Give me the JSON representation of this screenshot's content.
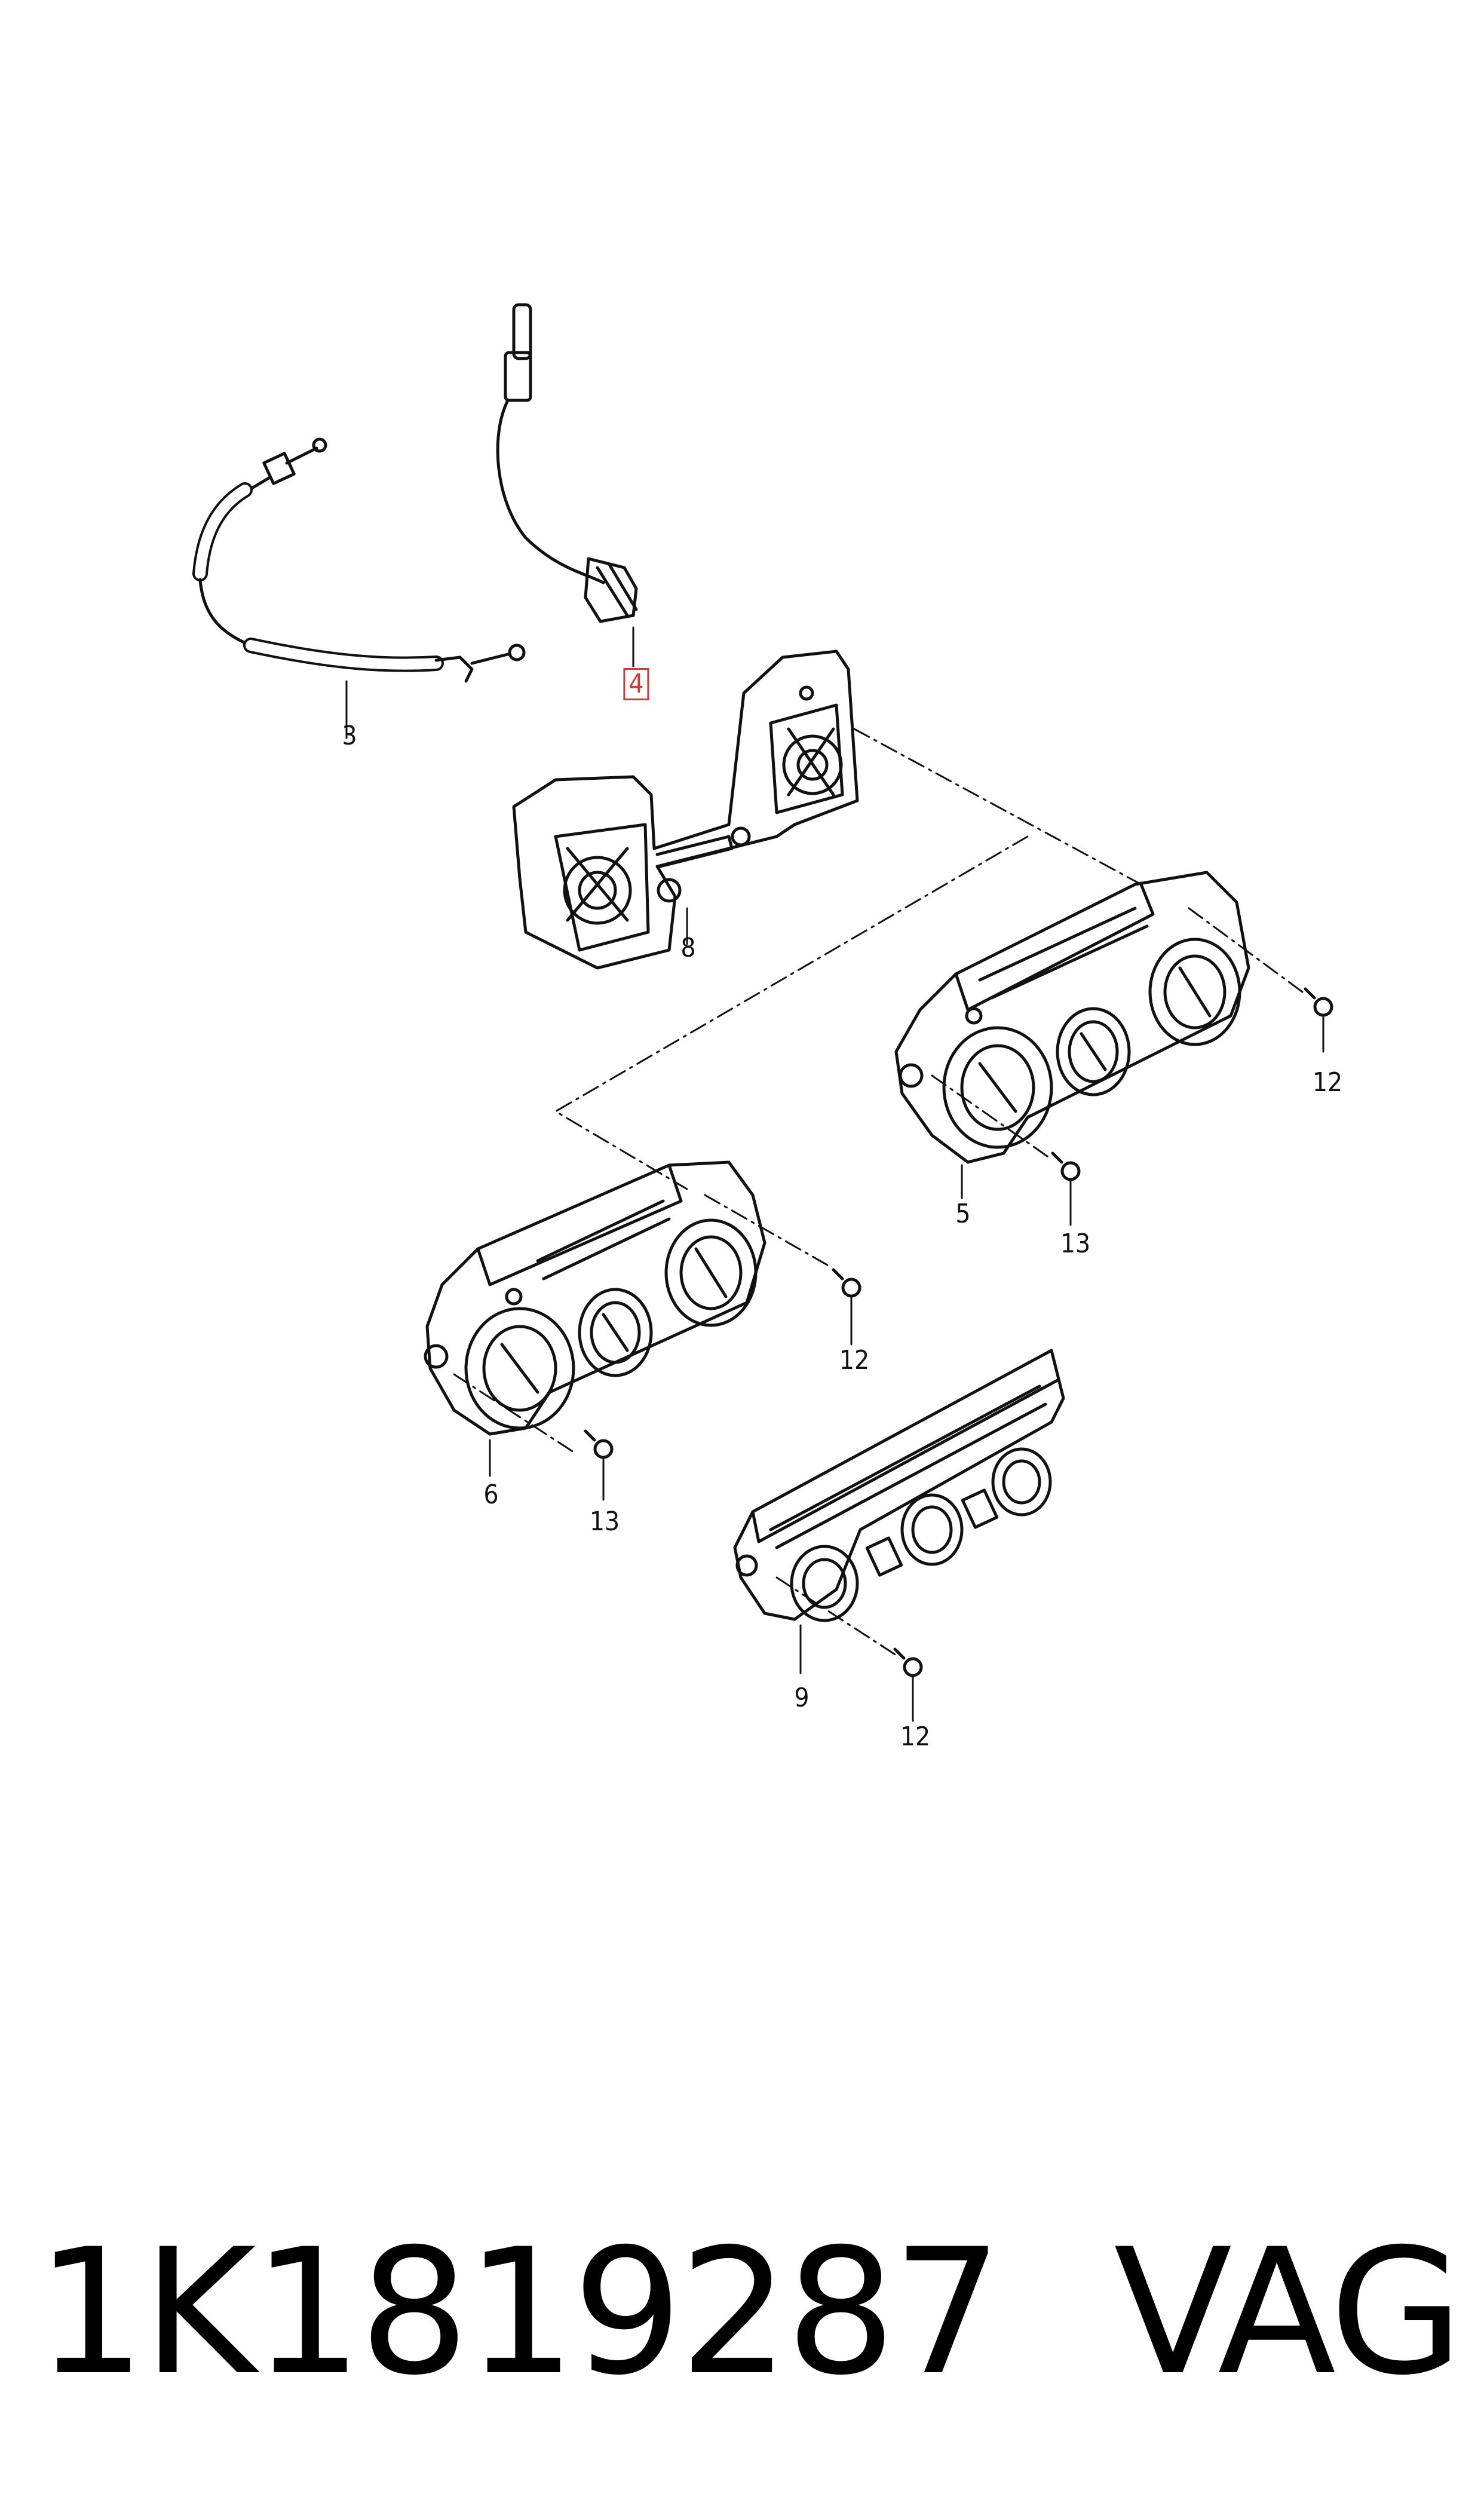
{
  "diagram": {
    "callouts": {
      "c3": "3",
      "c4": "4",
      "c8": "8",
      "c12a": "12",
      "c5": "5",
      "c13a": "13",
      "c12b": "12",
      "c6": "6",
      "c13b": "13",
      "c9": "9",
      "c12c": "12"
    },
    "highlighted_part": "4",
    "highlight_color": "#d23a3a"
  },
  "footer": {
    "part_number": "1K1819287",
    "brand": "VAG"
  }
}
